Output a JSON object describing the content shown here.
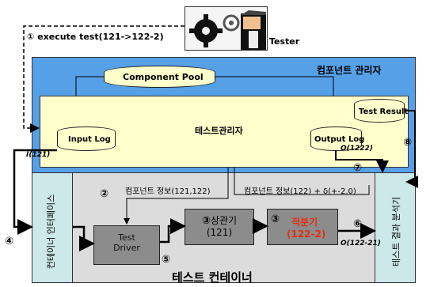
{
  "tester": {
    "label": "Tester"
  },
  "step1": {
    "num": "①",
    "text": "execute test(121->122-2)"
  },
  "manager": {
    "title": "컴포넌트 관리자",
    "test_manager_title": "테스트관리자",
    "component_pool": "Component Pool",
    "input_log": "Input Log",
    "output_log": "Output Log",
    "test_result": "Test Result"
  },
  "labels": {
    "i121": "I(121)",
    "o1222": "O(1222)",
    "o12221": "O(122-21)",
    "info_left": "컴포넌트 정보(121,122)",
    "info_right": "컴포넌트 정보(122) + δ(+-2.0)"
  },
  "nums": {
    "n2": "②",
    "n3a": "③",
    "n3b": "③",
    "n4": "④",
    "n5": "⑤",
    "n6": "⑥",
    "n7": "⑦",
    "n8": "⑧"
  },
  "container": {
    "title": "테스트 컨테이너",
    "interface": "컨테이너 인터페이스",
    "analyzer": "테스트 결과 분석기",
    "driver_l1": "Test",
    "driver_l2": "Driver",
    "corr_l1": "상관기",
    "corr_l2": "(121)",
    "integ_l1": "적분기",
    "integ_l2": "(122-2)"
  },
  "colors": {
    "blue": "#56a0e8",
    "yellow": "#ffffcc",
    "gray": "#8c8c8c",
    "cyan": "#cce8e8",
    "red": "#e03010"
  }
}
